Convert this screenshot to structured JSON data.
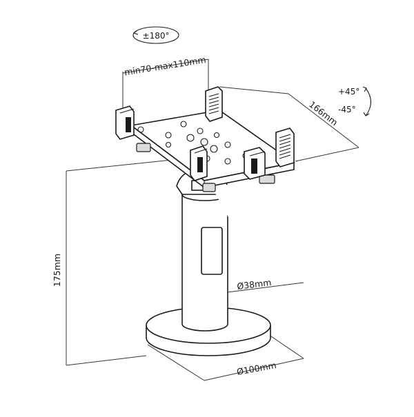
{
  "dimensions": {
    "rotation": "±180°",
    "clamp_range": "min70-max110mm",
    "tilt_up": "+45°",
    "tilt_down": "-45°",
    "plate_depth": "166mm",
    "height": "175mm",
    "pole_diameter": "Ø38mm",
    "base_diameter": "Ø100mm"
  },
  "colors": {
    "line": "#1a1a1a",
    "background": "#ffffff"
  }
}
